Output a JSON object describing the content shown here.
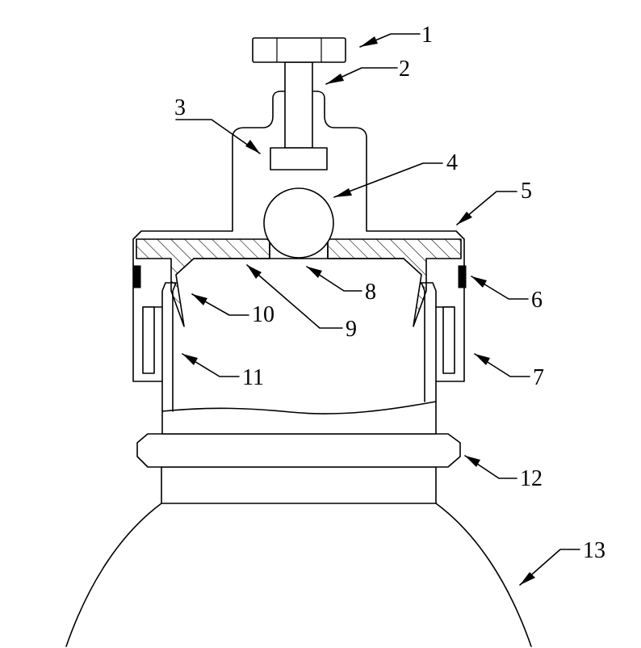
{
  "labels": [
    {
      "id": "1",
      "text": "1"
    },
    {
      "id": "2",
      "text": "2"
    },
    {
      "id": "3",
      "text": "3"
    },
    {
      "id": "4",
      "text": "4"
    },
    {
      "id": "5",
      "text": "5"
    },
    {
      "id": "6",
      "text": "6"
    },
    {
      "id": "7",
      "text": "7"
    },
    {
      "id": "8",
      "text": "8"
    },
    {
      "id": "9",
      "text": "9"
    },
    {
      "id": "10",
      "text": "10"
    },
    {
      "id": "11",
      "text": "11"
    },
    {
      "id": "12",
      "text": "12"
    },
    {
      "id": "13",
      "text": "13"
    }
  ]
}
